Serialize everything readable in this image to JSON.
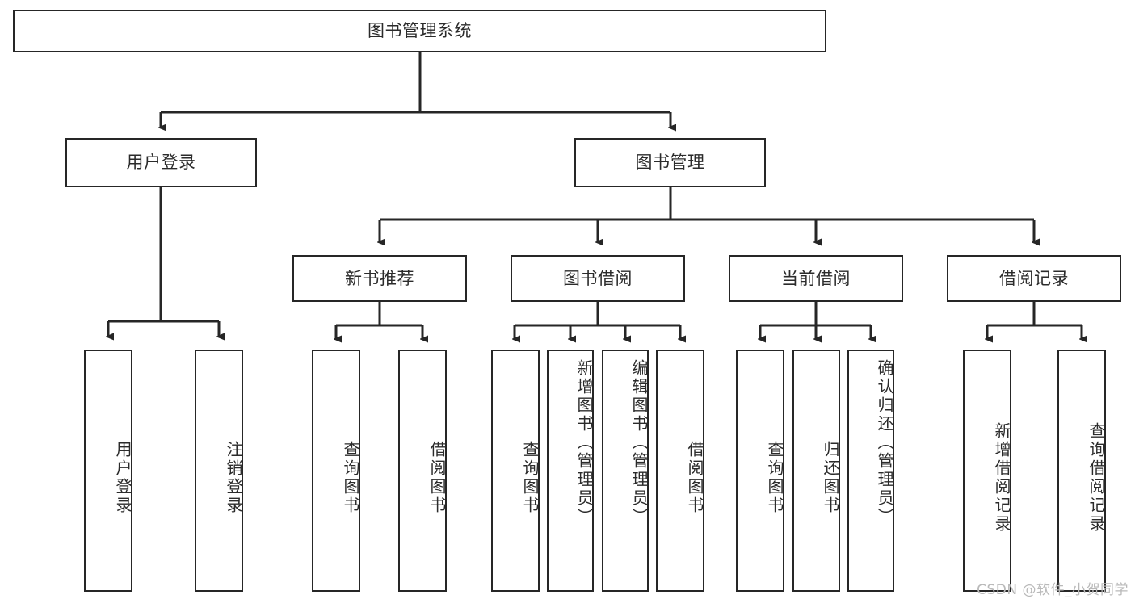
{
  "diagram": {
    "title": "图书管理系统",
    "watermark": "CSDN @软件_小贺同学",
    "line_color": "#262626",
    "text_color": "#2b2b2b",
    "background": "#ffffff",
    "levels": {
      "root": {
        "label": "图书管理系统"
      },
      "level2": [
        {
          "label": "用户登录"
        },
        {
          "label": "图书管理"
        }
      ],
      "level3": [
        {
          "label": "新书推荐"
        },
        {
          "label": "图书借阅"
        },
        {
          "label": "当前借阅"
        },
        {
          "label": "借阅记录"
        }
      ],
      "leaves": {
        "user_login": [
          {
            "label": "用户登录"
          },
          {
            "label": "注销登录"
          }
        ],
        "new_book_recommend": [
          {
            "label": "查询图书"
          },
          {
            "label": "借阅图书"
          }
        ],
        "book_borrow": [
          {
            "label": "查询图书"
          },
          {
            "label": "新增图书（管理员）"
          },
          {
            "label": "编辑图书（管理员）"
          },
          {
            "label": "借阅图书"
          }
        ],
        "current_borrow": [
          {
            "label": "查询图书"
          },
          {
            "label": "归还图书"
          },
          {
            "label": "确认归还（管理员）"
          }
        ],
        "borrow_record": [
          {
            "label": "新增借阅记录"
          },
          {
            "label": "查询借阅记录"
          }
        ]
      }
    }
  }
}
